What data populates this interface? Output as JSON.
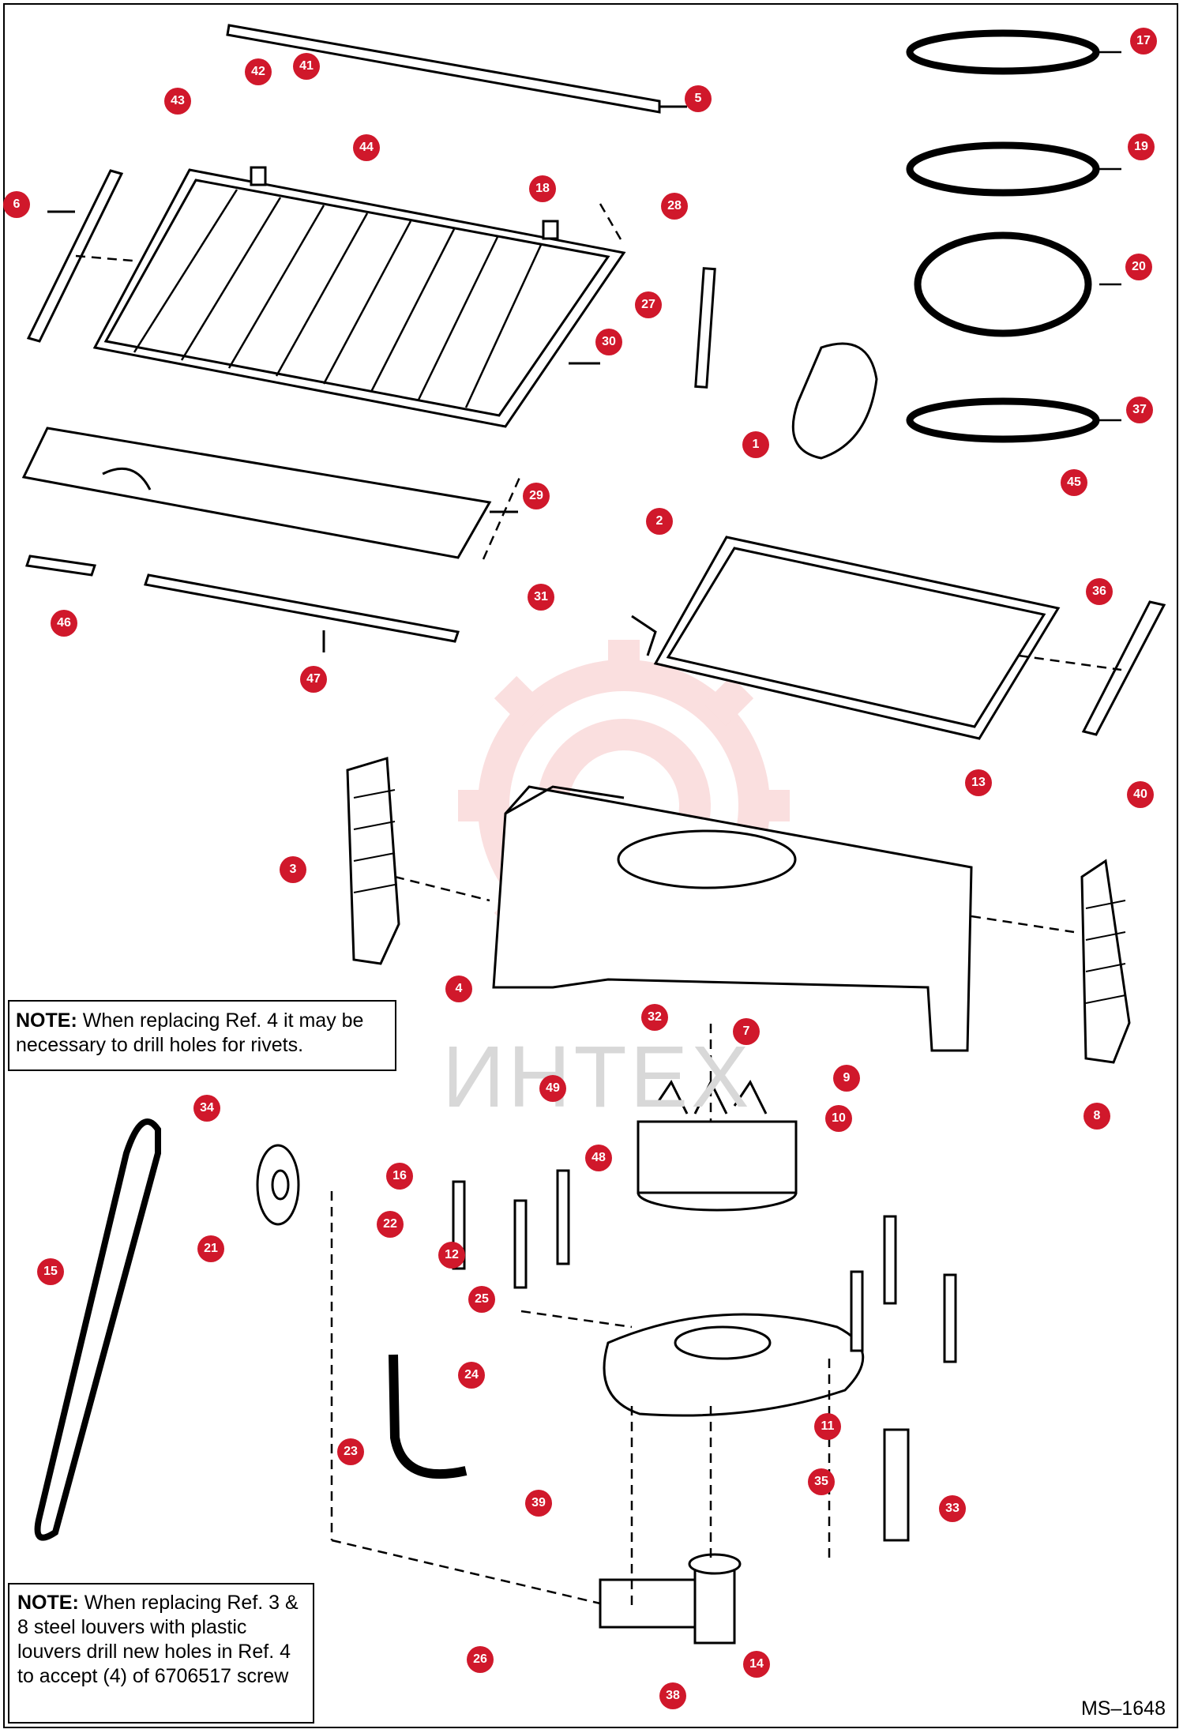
{
  "notes": [
    {
      "bold": "NOTE:",
      "text": " When replacing Ref. 4 it may be necessary to drill holes for rivets."
    },
    {
      "bold": "NOTE:",
      "text": " When replacing Ref. 3 & 8 steel louvers with plastic louvers drill new holes in Ref. 4 to accept (4) of 6706517 screw"
    }
  ],
  "figure_id": "MS–1648",
  "watermark": "ИНТЕХ",
  "callouts": [
    "1",
    "2",
    "3",
    "4",
    "5",
    "6",
    "7",
    "8",
    "9",
    "10",
    "11",
    "12",
    "13",
    "14",
    "15",
    "16",
    "17",
    "18",
    "19",
    "20",
    "21",
    "22",
    "23",
    "24",
    "25",
    "26",
    "27",
    "28",
    "29",
    "30",
    "31",
    "32",
    "33",
    "34",
    "35",
    "36",
    "37",
    "38",
    "39",
    "40",
    "41",
    "42",
    "43",
    "44",
    "45",
    "46",
    "47",
    "48",
    "49"
  ],
  "colors": {
    "callout": "#d0182b",
    "watermark": "#f3a4a4",
    "line": "#000000"
  }
}
